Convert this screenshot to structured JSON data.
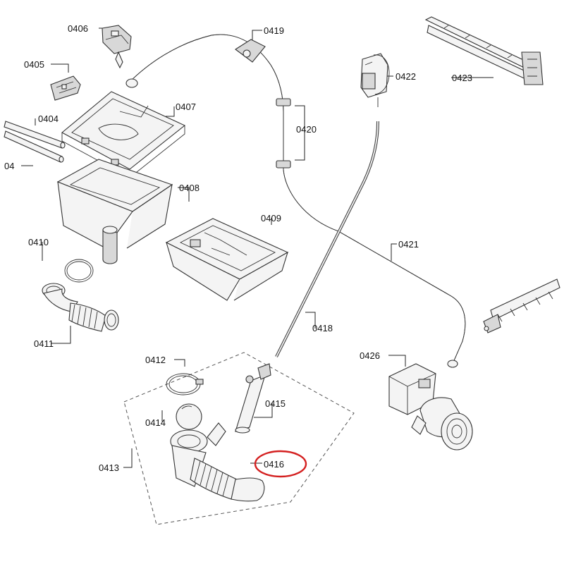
{
  "diagram": {
    "labels": {
      "p04": "04",
      "p0404": "0404",
      "p0405": "0405",
      "p0406": "0406",
      "p0407": "0407",
      "p0408": "0408",
      "p0409": "0409",
      "p0410": "0410",
      "p0411": "0411",
      "p0412": "0412",
      "p0413": "0413",
      "p0414": "0414",
      "p0415": "0415",
      "p0416": "0416",
      "p0418": "0418",
      "p0419": "0419",
      "p0420": "0420",
      "p0421": "0421",
      "p0422": "0422",
      "p0423": "0423",
      "p0426": "0426"
    },
    "highlighted_part": "0416",
    "highlight_color": "#d42020",
    "line_color": "#222222"
  }
}
